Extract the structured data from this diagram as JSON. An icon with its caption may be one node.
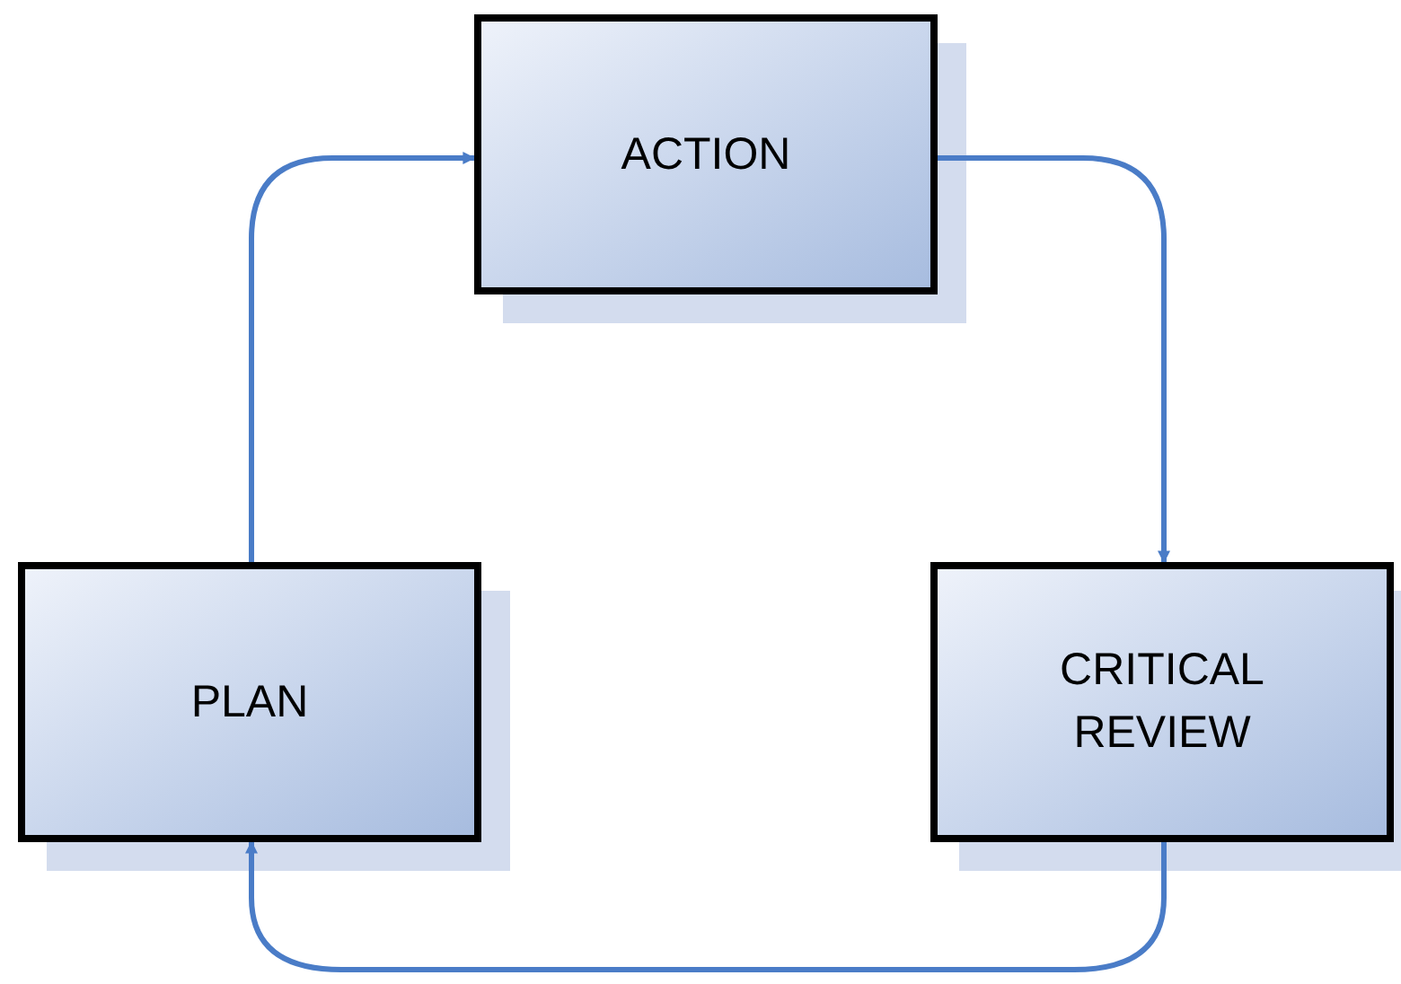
{
  "diagram": {
    "nodes": [
      {
        "text": [
          "ACTION"
        ]
      },
      {
        "text": [
          "PLAN"
        ]
      },
      {
        "text": [
          "CRITICAL REVIEW"
        ]
      }
    ],
    "edges": [
      {
        "from": 1,
        "to": 0,
        "arrow": "to"
      },
      {
        "from": 0,
        "to": 2,
        "arrow": "to"
      },
      {
        "from": 2,
        "to": 1,
        "arrow": "to"
      }
    ]
  }
}
